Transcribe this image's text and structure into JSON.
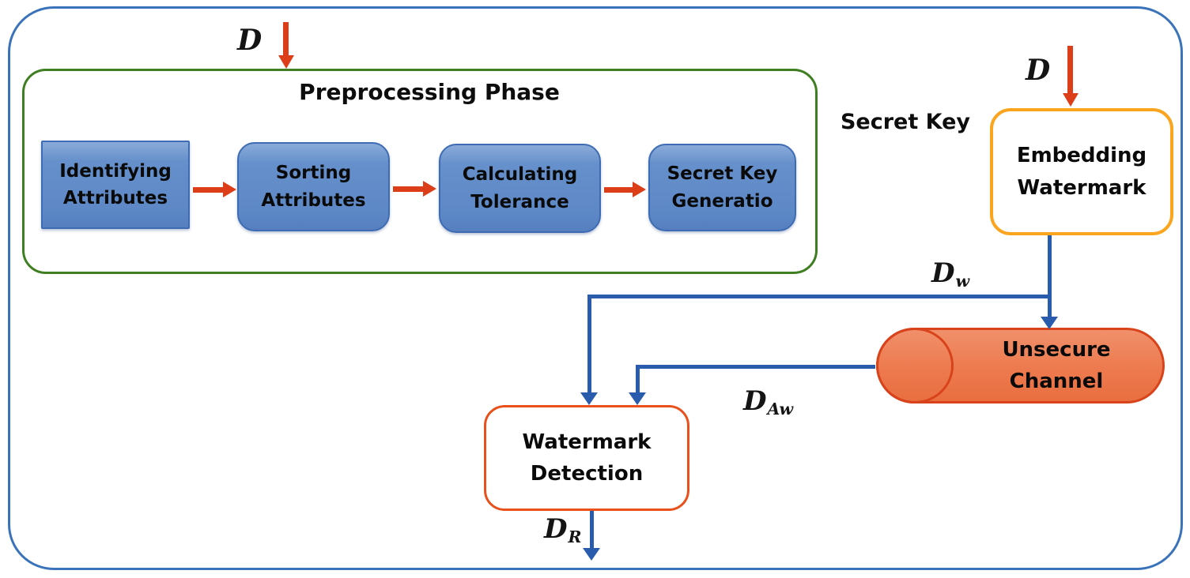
{
  "figure": {
    "type": "flow-diagram",
    "colors": {
      "outer_border": "#3B73BB",
      "preprocessing_border": "#3F7E21",
      "step_fill": "#6690CB",
      "step_border": "#3D6CB4",
      "red_arrow": "#DB3E18",
      "blue_flow": "#2A5CAD",
      "embedding_border": "#FBA51E",
      "detection_border": "#E8501C",
      "channel_fill": "#ED7A4E",
      "channel_border": "#D8431C"
    },
    "preprocessing": {
      "title": "Preprocessing Phase",
      "steps": [
        {
          "label": "Identifying Attributes"
        },
        {
          "label": "Sorting Attributes"
        },
        {
          "label": "Calculating Tolerance"
        },
        {
          "label": "Secret Key Generatio"
        }
      ]
    },
    "nodes": {
      "embedding": {
        "label": "Embedding Watermark"
      },
      "channel": {
        "label": "Unsecure Channel"
      },
      "detection": {
        "label": "Watermark Detection"
      }
    },
    "annotations": {
      "secret_key": "Secret Key",
      "d_left": "D",
      "d_right": "D",
      "d_w": {
        "base": "D",
        "sub": "w"
      },
      "d_aw": {
        "base": "D",
        "sub": "Aw"
      },
      "d_r": {
        "base": "D",
        "sub": "R"
      }
    }
  }
}
